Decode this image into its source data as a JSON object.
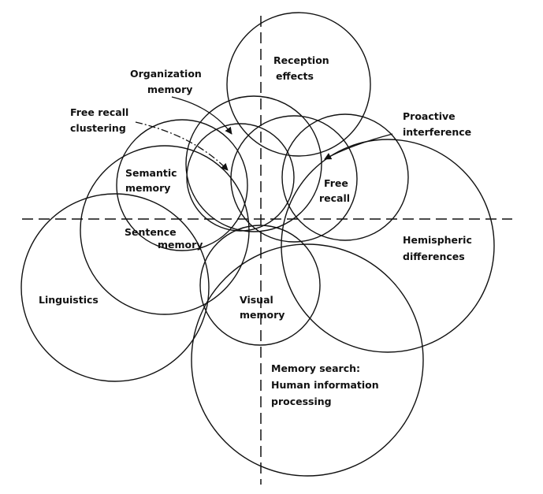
{
  "labels": {
    "reception_effects": [
      "Reception",
      "effects"
    ],
    "organization_memory": [
      "Organization",
      "memory"
    ],
    "free_recall_clustering": [
      "Free recall",
      "clustering"
    ],
    "proactive_interference": [
      "Proactive",
      "interference"
    ],
    "semantic_memory": [
      "Semantic",
      "memory"
    ],
    "free_recall": [
      "Free",
      "recall"
    ],
    "sentence_memory": [
      "Sentence",
      "memory"
    ],
    "hemispheric_differences": [
      "Hemispheric",
      "differences"
    ],
    "linguistics": [
      "Linguistics"
    ],
    "visual_memory": [
      "Visual",
      "memory"
    ],
    "memory_search": [
      "Memory search:",
      "Human information",
      "processing"
    ]
  },
  "colors": {
    "stroke": "#111111",
    "background": "#ffffff"
  }
}
